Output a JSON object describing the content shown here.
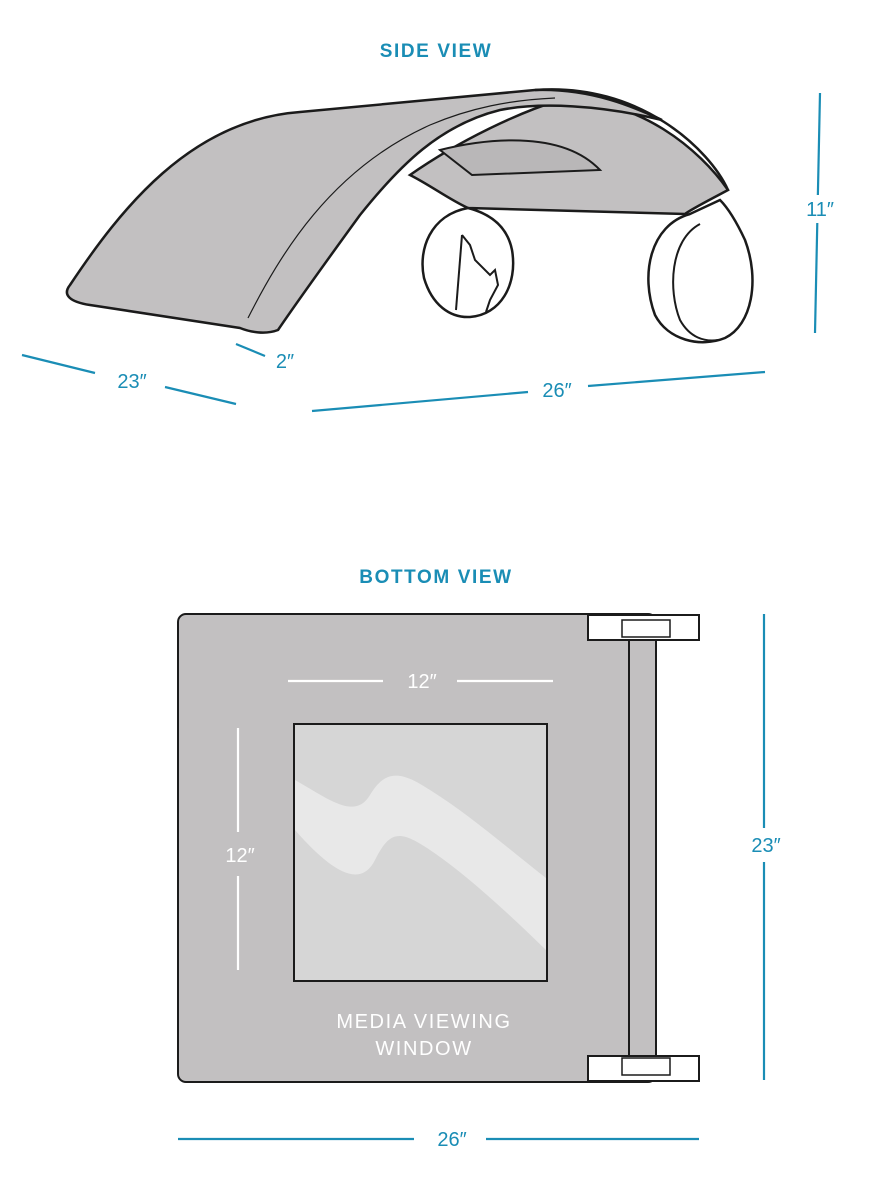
{
  "colors": {
    "accent": "#1a8db5",
    "body_fill": "#c2c0c1",
    "body_inner": "#b9b7b8",
    "window_fill": "#d6d6d6",
    "window_highlight": "#e8e8e8",
    "outline": "#1b1b1b",
    "white": "#ffffff"
  },
  "side_view": {
    "title": "SIDE VIEW",
    "height_label": "11″",
    "depth_label": "23″",
    "thickness_label": "2″",
    "length_label": "26″"
  },
  "bottom_view": {
    "title": "BOTTOM VIEW",
    "window_width_label": "12″",
    "window_height_label": "12″",
    "depth_label": "23″",
    "length_label": "26″",
    "window_caption_line1": "MEDIA VIEWING",
    "window_caption_line2": "WINDOW"
  }
}
